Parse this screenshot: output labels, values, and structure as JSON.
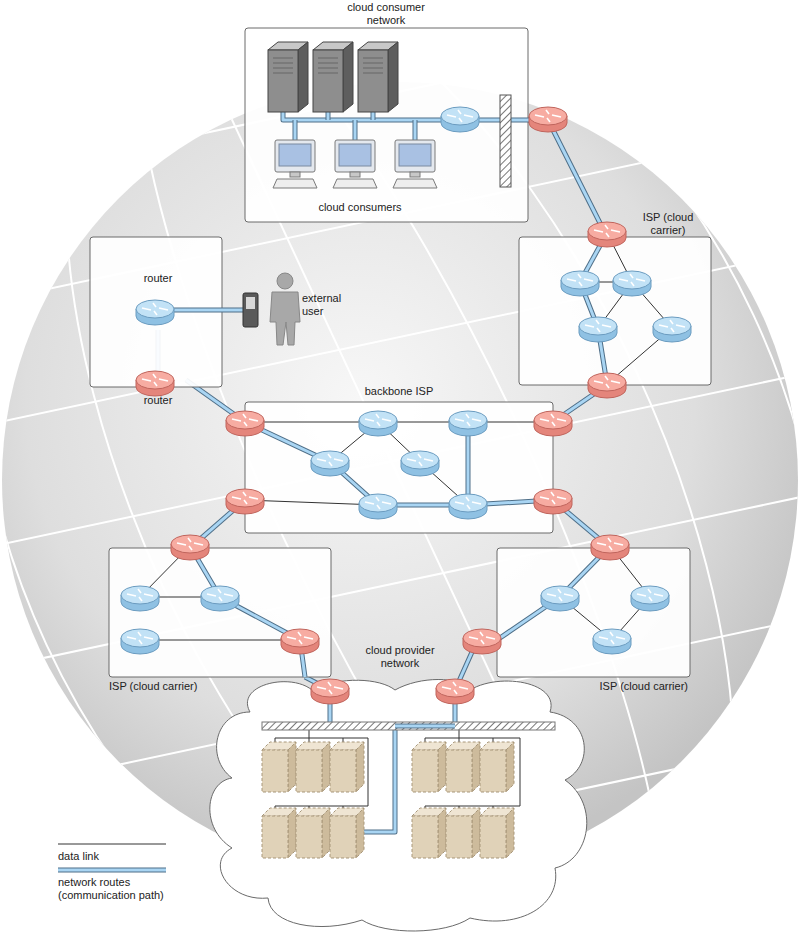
{
  "diagram": {
    "nodes": [
      {
        "text": [
          "cloud consumer network",
          "cloud consumers"
        ]
      },
      {
        "text": [
          "external user"
        ]
      },
      {
        "text": [
          "router"
        ],
        "in": 1
      },
      {
        "text": [
          "router"
        ],
        "in": 1
      },
      {
        "text": [
          "ISP (cloud carrier)"
        ]
      },
      {
        "text": [
          "backbone ISP"
        ]
      },
      {
        "text": [
          "ISP (cloud carrier)"
        ]
      },
      {
        "text": [
          "ISP (cloud carrier)"
        ]
      },
      {
        "text": [
          "cloud provider network"
        ]
      }
    ],
    "edges": [
      {
        "from": 0,
        "to": 4,
        "arrow": "none"
      },
      {
        "from": 2,
        "to": 3,
        "arrow": "none"
      },
      {
        "from": 3,
        "to": 5,
        "arrow": "none"
      },
      {
        "from": 4,
        "to": 5,
        "arrow": "none"
      },
      {
        "from": 5,
        "to": 6,
        "arrow": "none"
      },
      {
        "from": 5,
        "to": 7,
        "arrow": "none"
      },
      {
        "from": 6,
        "to": 8,
        "arrow": "none"
      },
      {
        "from": 7,
        "to": 8,
        "arrow": "none"
      }
    ],
    "legend": [
      {
        "text": "data link"
      },
      {
        "text": "network routes (communication path)"
      }
    ]
  }
}
